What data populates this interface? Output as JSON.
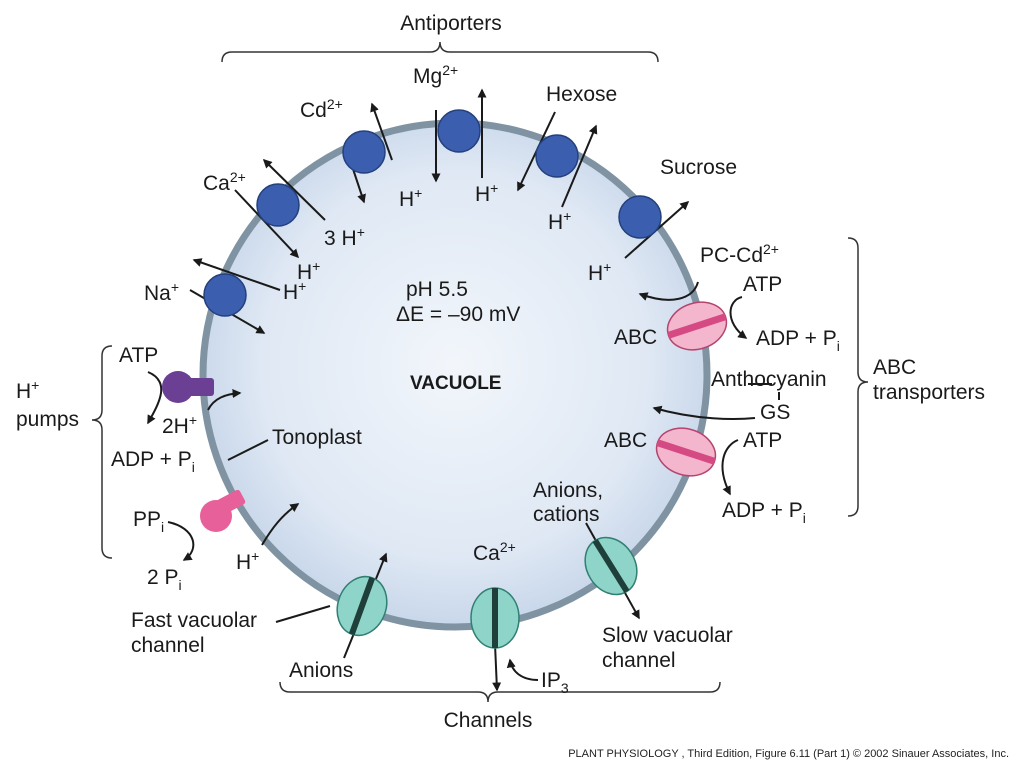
{
  "groups": {
    "antiporters": "Antiporters",
    "channels": "Channels",
    "h_pumps_line1": "H",
    "h_pumps_sup": "+",
    "h_pumps_line2": "pumps",
    "abc_line1": "ABC",
    "abc_line2": "transporters"
  },
  "vacuole": {
    "ph": "pH 5.5",
    "potential": "ΔE = –90 mV",
    "name": "VACUOLE",
    "membrane": "Tonoplast"
  },
  "antiporter_labels": {
    "na": "Na",
    "na_sup": "+",
    "na_h": "H",
    "na_h_sup": "+",
    "ca": "Ca",
    "ca_sup": "2+",
    "ca_h": "H",
    "ca_h_sup": "+",
    "cd": "Cd",
    "cd_sup": "2+",
    "cd_h": "3 H",
    "cd_h_sup": "+",
    "mg": "Mg",
    "mg_sup": "2+",
    "mg_h1": "H",
    "mg_h1_sup": "+",
    "mg_h2": "H",
    "mg_h2_sup": "+",
    "hexose": "Hexose",
    "hexose_h": "H",
    "hexose_h_sup": "+",
    "sucrose": "Sucrose",
    "sucrose_h": "H",
    "sucrose_h_sup": "+"
  },
  "pump_labels": {
    "atp": "ATP",
    "two_h": "2H",
    "two_h_sup": "+",
    "adp": "ADP + P",
    "adp_sub": "i",
    "ppi": "PP",
    "ppi_sub": "i",
    "two_pi": "2 P",
    "two_pi_sub": "i",
    "h": "H",
    "h_sup": "+"
  },
  "abc_labels": {
    "pc_cd": "PC-Cd",
    "pc_cd_sup": "2+",
    "atp1": "ATP",
    "adp1": "ADP + P",
    "adp1_sub": "i",
    "abc1": "ABC",
    "anthocyanin": "Anthocyanin",
    "gs": "GS",
    "abc2": "ABC",
    "atp2": "ATP",
    "adp2": "ADP + P",
    "adp2_sub": "i"
  },
  "channel_labels": {
    "fast1": "Fast vacuolar",
    "fast2": "channel",
    "anions": "Anions",
    "ca": "Ca",
    "ca_sup": "2+",
    "ip3": "IP",
    "ip3_sub": "3",
    "anions_cations1": "Anions,",
    "anions_cations2": "cations",
    "slow1": "Slow vacuolar",
    "slow2": "channel"
  },
  "credit": "PLANT PHYSIOLOGY , Third Edition, Figure 6.11 (Part 1)  © 2002 Sinauer Associates, Inc.",
  "colors": {
    "membrane": "#7f93a3",
    "vacuole_center": "#eef3fa",
    "vacuole_edge": "#c3d3e8",
    "antiporter": "#3b5fae",
    "channel": "#8fd4c8",
    "abc": "#f3b6cc",
    "abc_stripe": "#d64a84",
    "atpase": "#6b3f93",
    "ppase": "#e8609a"
  }
}
